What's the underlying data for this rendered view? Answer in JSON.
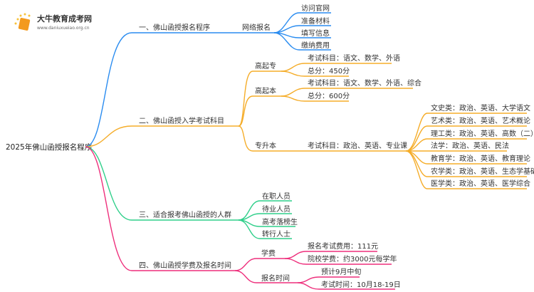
{
  "logo": {
    "name": "大牛教育成考网",
    "url_text": "www.daniuxueiao.org.cn"
  },
  "root": "2025年佛山函授报名程序",
  "colors": {
    "branch1": "#2a8cf0",
    "branch2": "#f5ad2a",
    "branch3": "#2fcf8a",
    "branch4": "#ee2f7c"
  },
  "branch1": {
    "label": "一、佛山函授报名程序",
    "child": "网络报名",
    "leaves": [
      "访问官网",
      "准备材料",
      "填写信息",
      "缴纳费用"
    ]
  },
  "branch2": {
    "label": "二、佛山函授入学考试科目",
    "gqz": {
      "label": "高起专",
      "leaves": [
        "考试科目：语文、数学、外语",
        "总分：450分"
      ]
    },
    "gqb": {
      "label": "高起本",
      "leaves": [
        "考试科目：语文、数学、外语、综合",
        "总分：600分"
      ]
    },
    "zsb": {
      "label": "专升本",
      "child": "考试科目：政治、英语、专业课",
      "leaves": [
        "文史类：政治、英语、大学语文",
        "艺术类：政治、英语、艺术概论",
        "理工类：政治、英语、高数（二）",
        "法学：政治、英语、民法",
        "教育学：政治、英语、教育理论",
        "农学类：政治、英语、生态学基础",
        "医学类：政治、英语、医学综合"
      ]
    }
  },
  "branch3": {
    "label": "三、适合报考佛山函授的人群",
    "leaves": [
      "在职人员",
      "待业人员",
      "高考落榜生",
      "转行人士"
    ]
  },
  "branch4": {
    "label": "四、佛山函授学费及报名时间",
    "fee": {
      "label": "学费",
      "leaves": [
        "报名考试费用：111元",
        "院校学费：约3000元每学年"
      ]
    },
    "time": {
      "label": "报名时间",
      "leaves": [
        "预计9月中旬",
        "考试时间：10月18-19日"
      ]
    }
  }
}
